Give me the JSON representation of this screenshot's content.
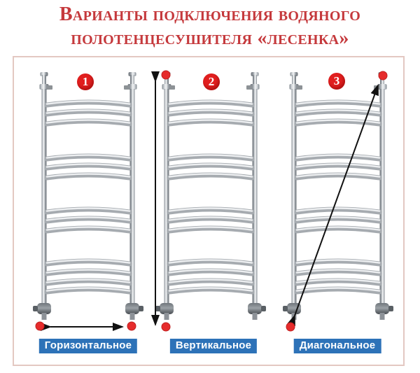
{
  "title": {
    "line1": "Варианты подключения водяного",
    "line2": "полотенцесушителя «лесенка»"
  },
  "variants": [
    {
      "number": "1",
      "label": "Горизонтальное"
    },
    {
      "number": "2",
      "label": "Вертикальное"
    },
    {
      "number": "3",
      "label": "Диагональное"
    }
  ],
  "graphics": {
    "rail_icon": "ladder-towel-rail",
    "dot_icon": "red-connection-point",
    "arrow_icons": [
      "horizontal-double-arrow",
      "vertical-double-arrow",
      "diagonal-double-arrow"
    ]
  },
  "colors": {
    "title-red": "#c5393c",
    "badge-red": "#e11f1f",
    "dot-red": "#e62c2c",
    "label-bg": "#2d72b8",
    "label-text": "#ffffff",
    "box-border": "#e3c8c2",
    "arrow-black": "#111111"
  }
}
